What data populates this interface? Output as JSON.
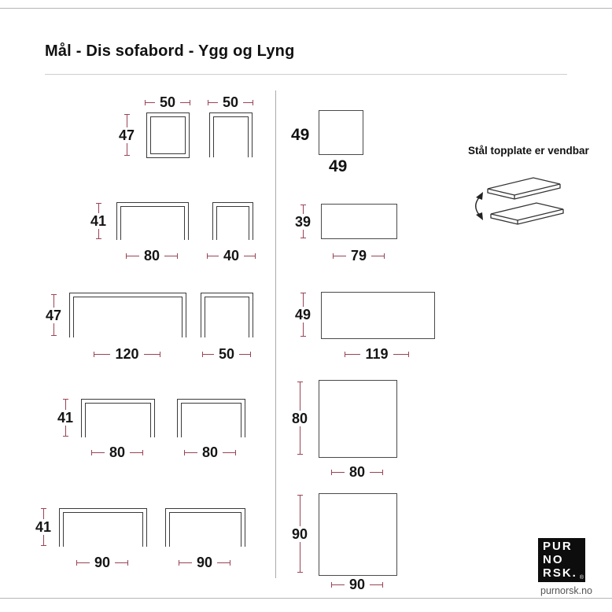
{
  "title": "Mål - Dis sofabord  - Ygg og Lyng",
  "left": {
    "rows": [
      {
        "front_top": "50",
        "front_left": "47",
        "side_top": "50"
      },
      {
        "front_left": "41",
        "front_bottom": "80",
        "side_bottom": "40"
      },
      {
        "front_left": "47",
        "front_bottom": "120",
        "side_bottom": "50"
      },
      {
        "front_left": "41",
        "front_bottom": "80",
        "side_bottom": "80"
      },
      {
        "front_left": "41",
        "front_bottom": "90",
        "side_bottom": "90"
      }
    ]
  },
  "middle": {
    "rows": [
      {
        "left": "49",
        "bottom": "49"
      },
      {
        "left": "39",
        "bottom": "79"
      },
      {
        "left": "49",
        "bottom": "119"
      },
      {
        "left": "80",
        "bottom": "80"
      },
      {
        "left": "90",
        "bottom": "90"
      }
    ]
  },
  "note": "Stål topplate er vendbar",
  "logo": {
    "lines": [
      "PUR",
      "NO",
      "RSK."
    ],
    "registered": "®",
    "website": "purnorsk.no"
  },
  "colors": {
    "dimension_line": "#994455",
    "number_text": "#151515",
    "shape_stroke": "#3a3a3a"
  }
}
